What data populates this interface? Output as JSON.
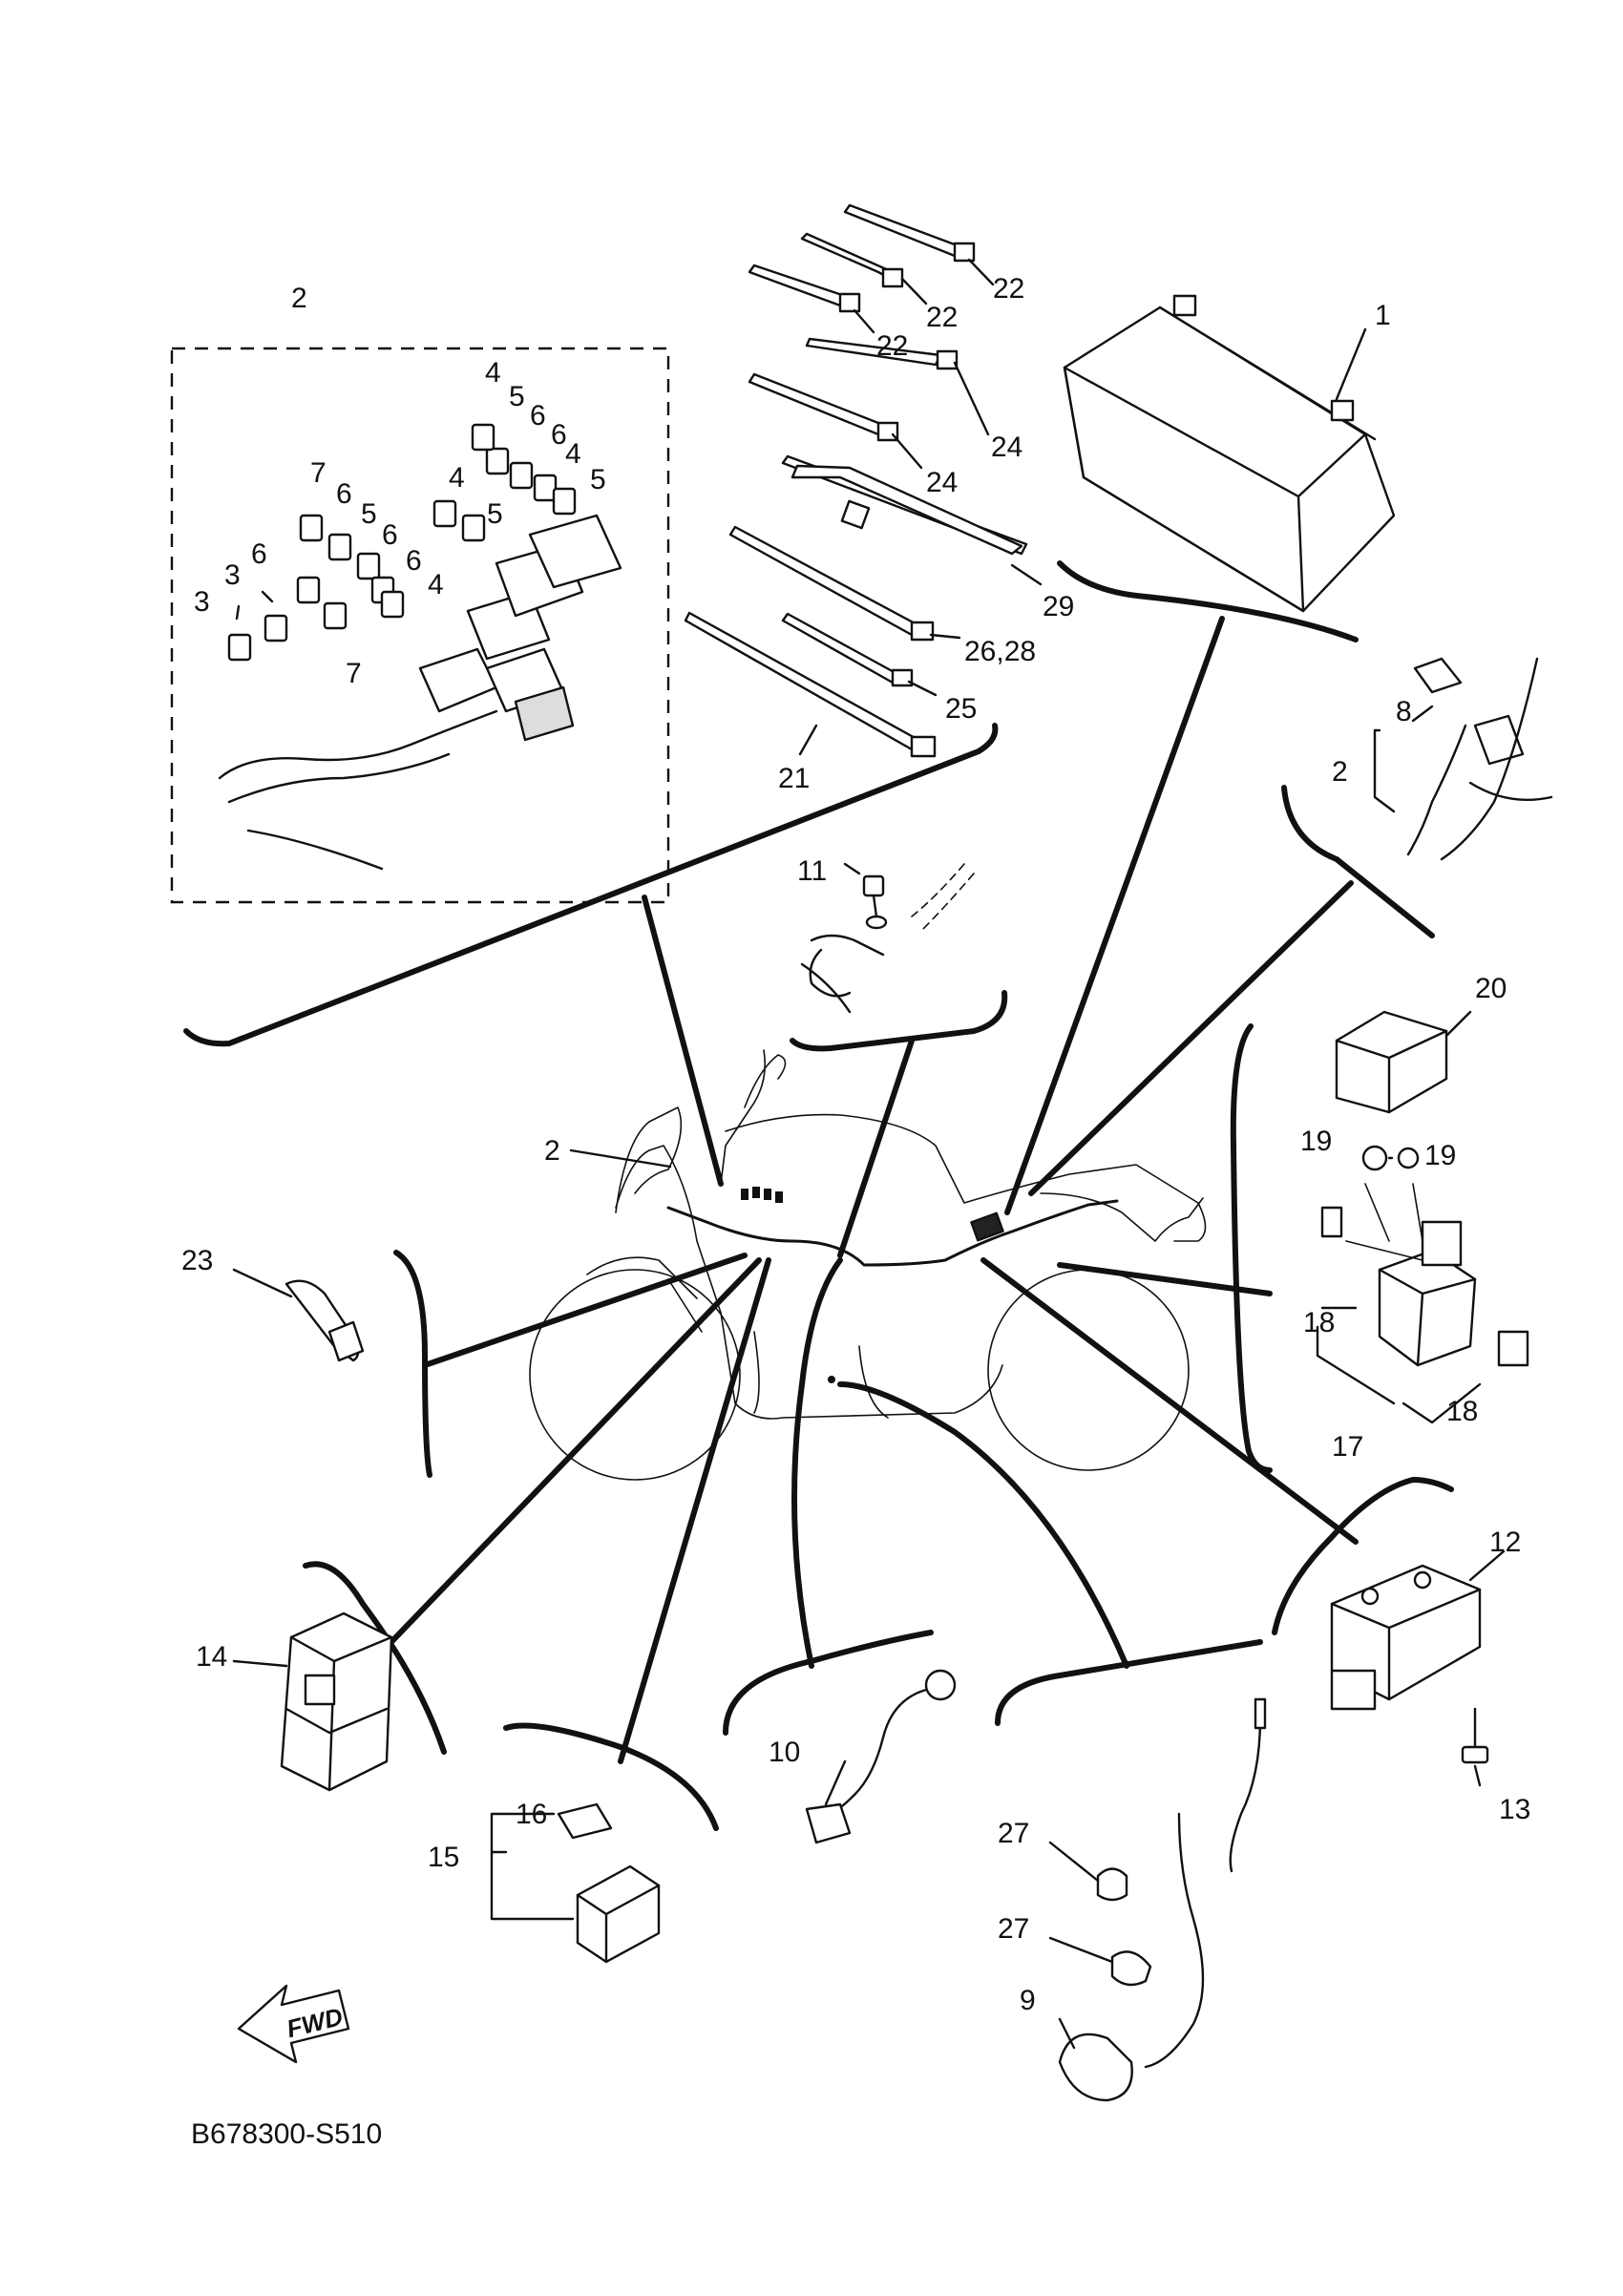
{
  "diagram": {
    "drawing_code": "B678300-S510",
    "fwd_label": "FWD",
    "callouts": {
      "c1": "1",
      "c2_kit": "2",
      "c2_main": "2",
      "c2_side": "2",
      "c3a": "3",
      "c3b": "3",
      "c4a": "4",
      "c4b": "4",
      "c4c": "4",
      "c4d": "4",
      "c5a": "5",
      "c5b": "5",
      "c5c": "5",
      "c5d": "5",
      "c6a": "6",
      "c6b": "6",
      "c6c": "6",
      "c6d": "6",
      "c6e": "6",
      "c7a": "7",
      "c7b": "7",
      "c8": "8",
      "c9": "9",
      "c10": "10",
      "c11": "11",
      "c12": "12",
      "c13": "13",
      "c14": "14",
      "c15": "15",
      "c16": "16",
      "c17": "17",
      "c18a": "18",
      "c18b": "18",
      "c19a": "19",
      "c19b": "19",
      "c20": "20",
      "c21": "21",
      "c22a": "22",
      "c22b": "22",
      "c22c": "22",
      "c23": "23",
      "c24a": "24",
      "c24b": "24",
      "c25": "25",
      "c26_28": "26,28",
      "c27a": "27",
      "c27b": "27",
      "c29": "29"
    }
  }
}
